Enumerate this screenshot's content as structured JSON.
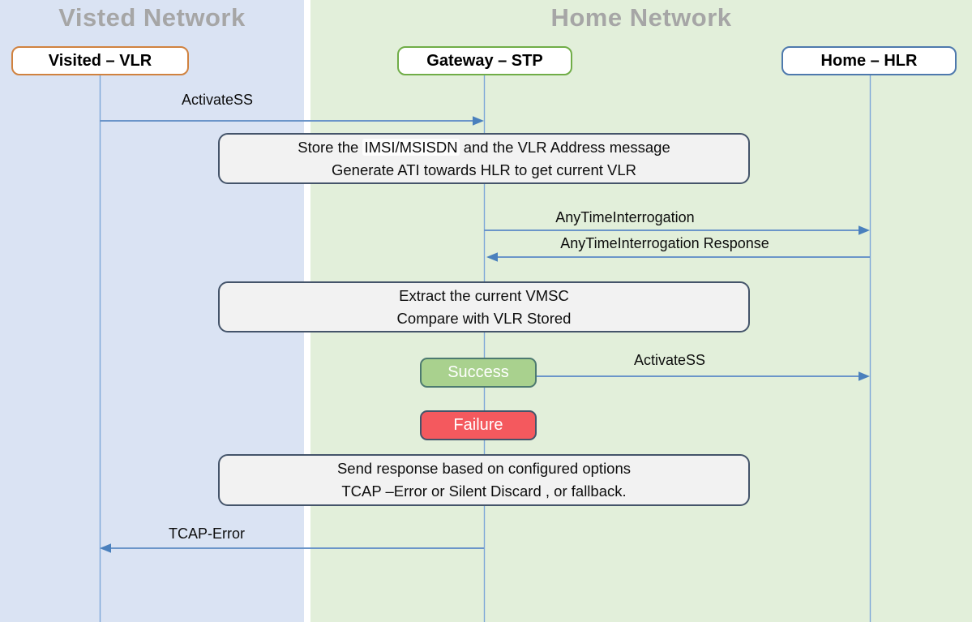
{
  "diagram": {
    "regions": {
      "visited": {
        "title": "Visted Network"
      },
      "home": {
        "title": "Home Network"
      }
    },
    "actors": {
      "vlr": {
        "label": "Visited – VLR"
      },
      "stp": {
        "label": "Gateway – STP"
      },
      "hlr": {
        "label": "Home – HLR"
      }
    },
    "messages": {
      "activate_ss_1": "ActivateSS",
      "ati": "AnyTimeInterrogation",
      "ati_response": "AnyTimeInterrogation Response",
      "activate_ss_2": "ActivateSS",
      "tcap_error": "TCAP-Error"
    },
    "process_boxes": {
      "store": {
        "line1_prefix": "Store the ",
        "line1_highlight": "IMSI/MSISDN",
        "line1_suffix": " and the VLR Address message",
        "line2": "Generate ATI towards HLR to get current VLR"
      },
      "extract": {
        "line1": "Extract the current VMSC",
        "line2": "Compare with VLR Stored"
      },
      "respond": {
        "line1": "Send response based on configured options",
        "line2": "TCAP –Error or Silent Discard , or fallback."
      }
    },
    "badges": {
      "success": "Success",
      "failure": "Failure"
    },
    "colors": {
      "visited_region_bg": "#dae3f3",
      "home_region_bg": "#e2efda",
      "region_title_text": "#a6a6a6",
      "vlr_border": "#d0823f",
      "stp_border": "#70ad47",
      "hlr_border": "#4e79ad",
      "process_box_bg": "#f2f2f2",
      "process_box_border": "#44546a",
      "success_bg": "#a9d18e",
      "success_border": "#4d7a70",
      "failure_bg": "#f4595e",
      "failure_border": "#44546a",
      "arrow_line": "#6b95c9",
      "arrow_head": "#4a80bd",
      "lifeline": "#7da7d8"
    }
  }
}
